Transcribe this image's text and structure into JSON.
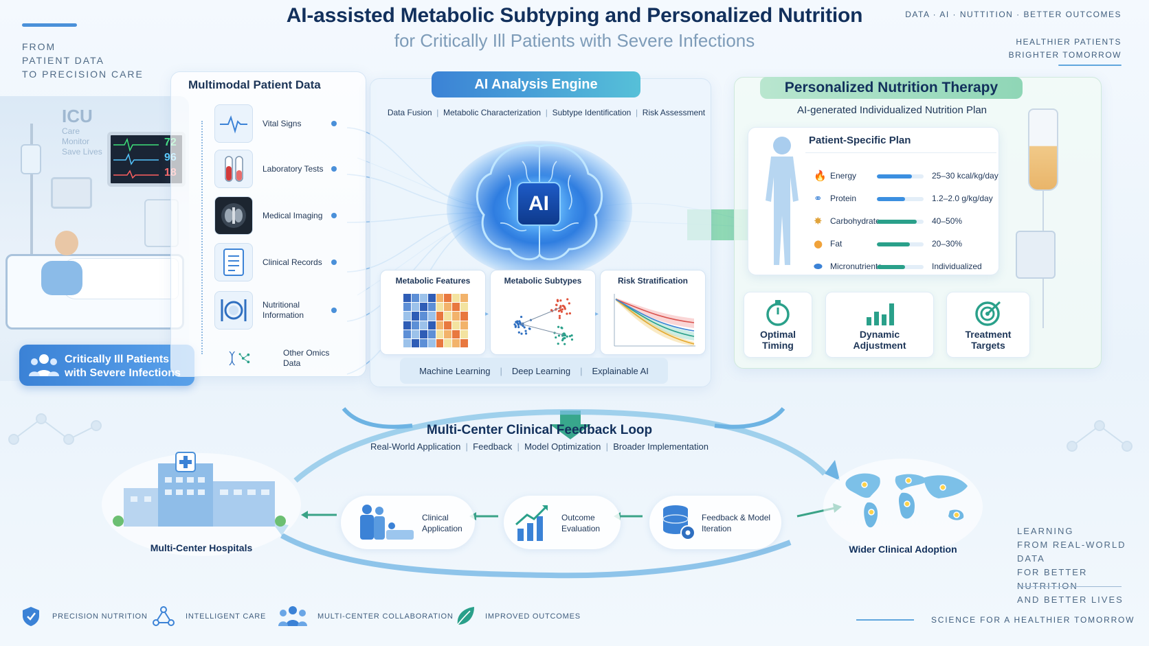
{
  "header": {
    "title": "AI-assisted Metabolic Subtyping and Personalized Nutrition",
    "subtitle": "for Critically Ill Patients with Severe Infections",
    "tagline_left": [
      "FROM",
      "PATIENT DATA",
      "TO PRECISION CARE"
    ],
    "tagline_right_top": "DATA  ·  AI  ·  NUTTITION  ·  BETTER OUTCOMES",
    "tagline_right": [
      "HEALTHIER PATIENTS",
      "BRIGHTER TOMORROW"
    ]
  },
  "icu": {
    "sign_title": "ICU",
    "sign_lines": [
      "Care",
      "Monitor",
      "Save Lives"
    ],
    "monitor_values": [
      "72",
      "96",
      "18"
    ],
    "patients_label": [
      "Critically Ill Patients",
      "with Severe Infections"
    ]
  },
  "multimodal": {
    "title": "Multimodal Patient Data",
    "items": [
      {
        "label": "Vital Signs",
        "icon": "heartbeat-icon"
      },
      {
        "label": "Laboratory Tests",
        "icon": "test-tube-icon"
      },
      {
        "label": "Medical Imaging",
        "icon": "lung-scan-icon"
      },
      {
        "label": "Clinical Records",
        "icon": "document-icon"
      },
      {
        "label": "Nutritional Information",
        "icon": "plate-icon"
      },
      {
        "label": "Other Omics Data",
        "icon": "dna-icon"
      }
    ]
  },
  "engine": {
    "title": "AI Analysis Engine",
    "steps": [
      "Data Fusion",
      "Metabolic Characterization",
      "Subtype Identification",
      "Risk Assessment"
    ],
    "chip_label": "AI",
    "cards": [
      "Metabolic Features",
      "Metabolic Subtypes",
      "Risk Stratification"
    ],
    "methods": [
      "Machine Learning",
      "Deep Learning",
      "Explainable AI"
    ]
  },
  "nutrition": {
    "title": "Personalized Nutrition Therapy",
    "subtitle": "AI-generated Individualized Nutrition Plan",
    "plan_title": "Patient-Specific Plan",
    "nutrients": [
      {
        "name": "Energy",
        "value": "25–30 kcal/kg/day",
        "level": 0.75,
        "icon": "flame-icon",
        "color": "#3b8fe0"
      },
      {
        "name": "Protein",
        "value": "1.2–2.0 g/kg/day",
        "level": 0.6,
        "icon": "protein-molecule-icon",
        "color": "#3b8fe0"
      },
      {
        "name": "Carbohydrate",
        "value": "40–50%",
        "level": 0.85,
        "icon": "wheat-icon",
        "color": "#2aa08a"
      },
      {
        "name": "Fat",
        "value": "20–30%",
        "level": 0.7,
        "icon": "oil-drop-icon",
        "color": "#2aa08a"
      },
      {
        "name": "Micronutrients",
        "value": "Individualized",
        "level": 0.6,
        "icon": "capsule-icon",
        "color": "#2aa08a"
      }
    ],
    "metrics": [
      {
        "label": [
          "Optimal",
          "Timing"
        ],
        "icon": "timer-icon"
      },
      {
        "label": [
          "Dynamic",
          "Adjustment"
        ],
        "icon": "bar-chart-icon"
      },
      {
        "label": [
          "Treatment",
          "Targets"
        ],
        "icon": "target-icon"
      }
    ]
  },
  "feedback": {
    "title": "Multi-Center Clinical Feedback Loop",
    "steps": [
      "Real-World Application",
      "Feedback",
      "Model Optimization",
      "Broader Implementation"
    ],
    "hospitals_label": "Multi-Center Hospitals",
    "adoption_label": "Wider Clinical Adoption",
    "nodes": [
      {
        "label": [
          "Clinical",
          "Application"
        ],
        "icon": "clinicians-icon"
      },
      {
        "label": [
          "Outcome",
          "Evaluation"
        ],
        "icon": "growth-chart-icon"
      },
      {
        "label": [
          "Feedback & Model",
          "Iteration"
        ],
        "icon": "database-gear-icon"
      }
    ],
    "learning_text": [
      "LEARNING",
      "FROM REAL-WORLD DATA",
      "FOR BETTER NUTRITION",
      "AND BETTER LIVES"
    ]
  },
  "footer": {
    "items": [
      {
        "label": "PRECISION NUTRITION",
        "icon": "shield-icon"
      },
      {
        "label": "INTELLIGENT CARE",
        "icon": "network-icon"
      },
      {
        "label": "MULTI-CENTER COLLABORATION",
        "icon": "team-icon"
      },
      {
        "label": "IMPROVED OUTCOMES",
        "icon": "leaf-icon"
      }
    ],
    "slogan": "SCIENCE FOR A HEALTHIER TOMORROW"
  },
  "colors": {
    "brand_blue": "#3b82d6",
    "brand_green": "#2aa08a",
    "title_navy": "#12305c"
  }
}
